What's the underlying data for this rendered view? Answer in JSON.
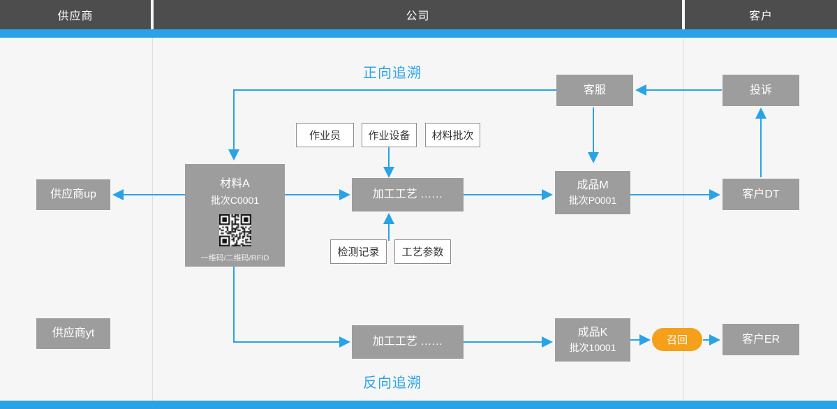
{
  "header": {
    "columns": [
      {
        "label": "供应商"
      },
      {
        "label": "公司"
      },
      {
        "label": "客户"
      }
    ]
  },
  "titles": {
    "forward": "正向追溯",
    "backward": "反向追溯"
  },
  "colors": {
    "header_bg": "#4d4d4d",
    "accent_blue": "#29a3e8",
    "box_gray": "#9d9d9d",
    "recall_orange": "#f5a01b",
    "canvas_bg": "#f6f6f6"
  },
  "nodes": {
    "supplier_up": {
      "label": "供应商up"
    },
    "supplier_yt": {
      "label": "供应商yt"
    },
    "material": {
      "line1": "材料A",
      "line2": "批次C0001",
      "code_label": "一维码/二维码/RFID",
      "qr_name": "qr-code"
    },
    "operator": {
      "label": "作业员"
    },
    "equipment": {
      "label": "作业设备"
    },
    "material_batch": {
      "label": "材料批次"
    },
    "process_top": {
      "label": "加工工艺  ……"
    },
    "inspection_record": {
      "label": "检测记录"
    },
    "process_param": {
      "label": "工艺参数"
    },
    "product_m": {
      "line1": "成品M",
      "line2": "批次P0001"
    },
    "customer_service": {
      "label": "客服"
    },
    "complaint": {
      "label": "投诉"
    },
    "customer_dt": {
      "label": "客户DT"
    },
    "process_bottom": {
      "label": "加工工艺  ……"
    },
    "product_k": {
      "line1": "成品K",
      "line2": "批次10001"
    },
    "recall": {
      "label": "召回"
    },
    "customer_er": {
      "label": "客户ER"
    }
  }
}
